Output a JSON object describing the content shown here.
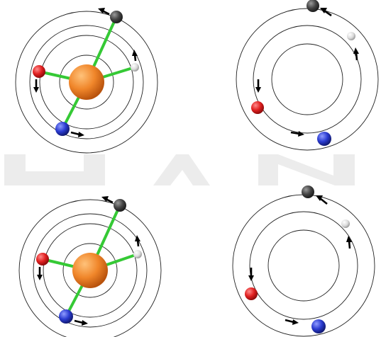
{
  "colors": {
    "sun": "#f0862a",
    "planet_red": "#e02020",
    "planet_blue": "#2a3bd0",
    "planet_white": "#dcdcdc",
    "planet_gray": "#444444",
    "rod_green": "#35c935",
    "orbit_line": "#222222",
    "arrow": "#000000",
    "watermark": "#ececec"
  },
  "panels": [
    {
      "name": "top-left",
      "show_sun": true
    },
    {
      "name": "top-right",
      "show_sun": false
    },
    {
      "name": "bottom-left",
      "show_sun": true
    },
    {
      "name": "bottom-right",
      "show_sun": false
    }
  ]
}
